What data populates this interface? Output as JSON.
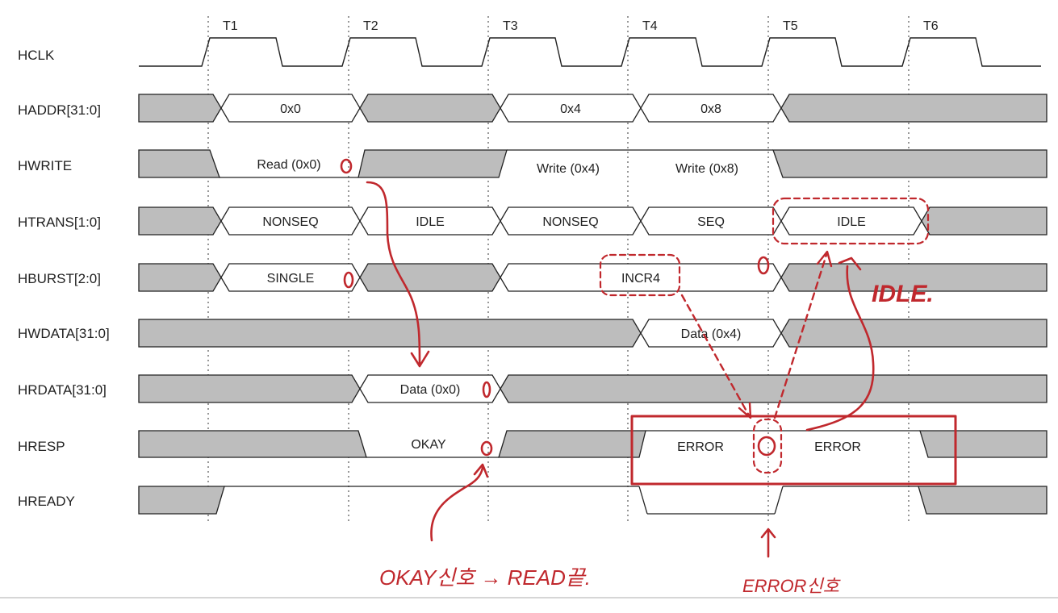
{
  "clock_labels": [
    "T1",
    "T2",
    "T3",
    "T4",
    "T5",
    "T6"
  ],
  "signals": {
    "hclk": "HCLK",
    "haddr": "HADDR[31:0]",
    "hwrite": "HWRITE",
    "htrans": "HTRANS[1:0]",
    "hburst": "HBURST[2:0]",
    "hwdata": "HWDATA[31:0]",
    "hrdata": "HRDATA[31:0]",
    "hresp": "HRESP",
    "hready": "HREADY"
  },
  "values": {
    "haddr_1": "0x0",
    "haddr_3": "0x4",
    "haddr_4": "0x8",
    "hwrite_1": "Read (0x0)",
    "hwrite_3": "Write (0x4)",
    "hwrite_4": "Write (0x8)",
    "htrans_1": "NONSEQ",
    "htrans_2": "IDLE",
    "htrans_3": "NONSEQ",
    "htrans_4": "SEQ",
    "htrans_5": "IDLE",
    "hburst_1": "SINGLE",
    "hburst_3": "INCR4",
    "hwdata_4": "Data (0x4)",
    "hrdata_2": "Data (0x0)",
    "hresp_2": "OKAY",
    "hresp_4": "ERROR",
    "hresp_5": "ERROR"
  },
  "annotations": {
    "idle_note": "IDLE.",
    "okay_note": "OKAY신호 → READ끝.",
    "error_note": "ERROR신호"
  },
  "colors": {
    "trace": "#222222",
    "bus_fill": "#bdbdbd",
    "annotation": "#c0282d"
  }
}
